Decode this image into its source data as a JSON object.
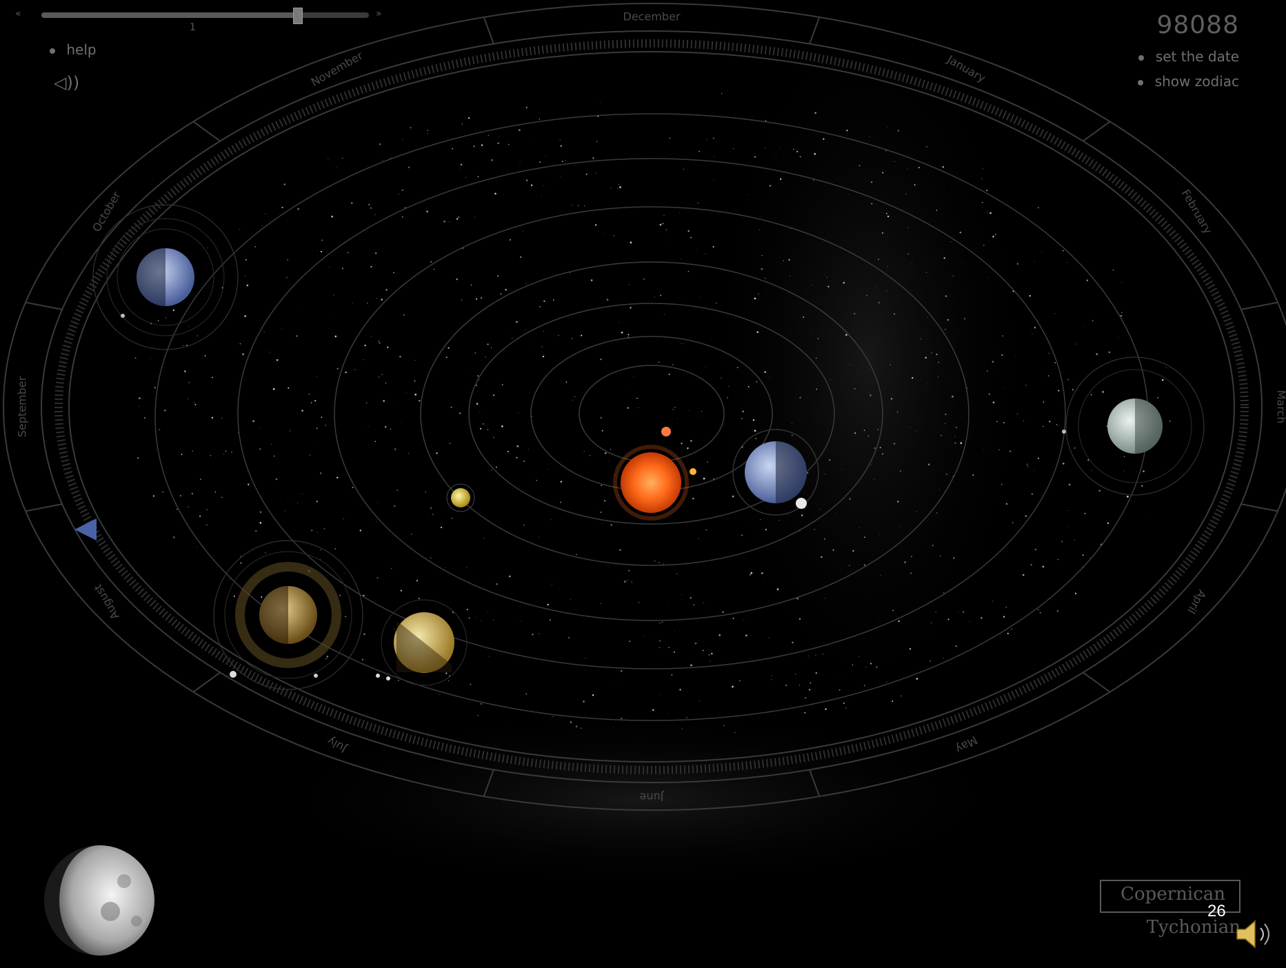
{
  "app": {
    "counter": "98088",
    "help_label": "help",
    "set_date_label": "set the date",
    "show_zodiac_label": "show zodiac",
    "slider": {
      "min_label": "«",
      "max_label": "»",
      "tick_label": "1",
      "value": 0.78
    },
    "modes": {
      "copernican": "Copernican",
      "tychonian": "Tychonian"
    },
    "slide_number": "26"
  },
  "months": [
    "December",
    "January",
    "February",
    "March",
    "April",
    "May",
    "June",
    "July",
    "August",
    "September",
    "October",
    "November"
  ],
  "colors": {
    "background": "#000000",
    "ring": "#3b3b3b",
    "sun": "#ff5a14",
    "text": "#6f6f6f",
    "slide_number": "#ffffff"
  },
  "icons": {
    "sound": "speaker-icon",
    "pointer": "triangle-pointer-icon"
  }
}
